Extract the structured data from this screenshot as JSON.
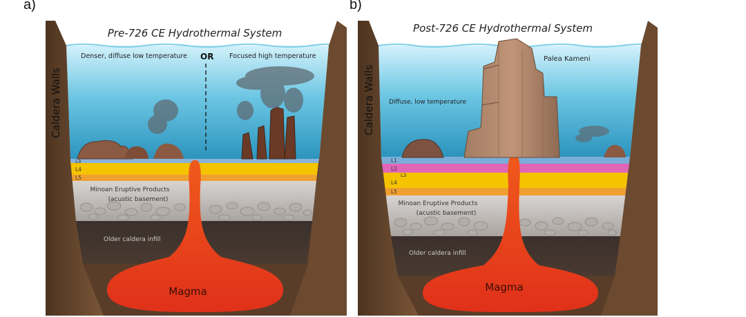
{
  "panel_a": {
    "letter": "a)",
    "title": "Pre-726 CE Hydrothermal System",
    "wall_label": "Caldera Walls",
    "left_label": "Denser, diffuse low temperature",
    "or_label": "OR",
    "right_label": "Focused high temperature",
    "layers": [
      "L3",
      "L4",
      "L5"
    ],
    "minoan_line1": "Minoan Eruptive Products",
    "minoan_line2": "(acustic basement)",
    "older_label": "Older caldera infill",
    "magma_label": "Magma"
  },
  "panel_b": {
    "letter": "b)",
    "title": "Post-726 CE Hydrothermal System",
    "wall_label": "Caldera Walls",
    "island_label": "Palea Kameni",
    "diffuse_label": "Diffuse, low temperature",
    "layers": [
      "L1",
      "L2",
      "L3",
      "L4",
      "L5"
    ],
    "minoan_line1": "Minoan Eruptive Products",
    "minoan_line2": "(acustic basement)",
    "older_label": "Older caldera infill",
    "magma_label": "Magma"
  },
  "colors": {
    "water_top": "#c6eef9",
    "water_bottom": "#2f9fc6",
    "wall": "#6b4a30",
    "yellow": "#f4c400",
    "pink": "#e066b8",
    "blue_l1": "#7aaed8",
    "magma": "#e8451c",
    "minoan": "#c9c5c2",
    "older": "#3c3330"
  }
}
